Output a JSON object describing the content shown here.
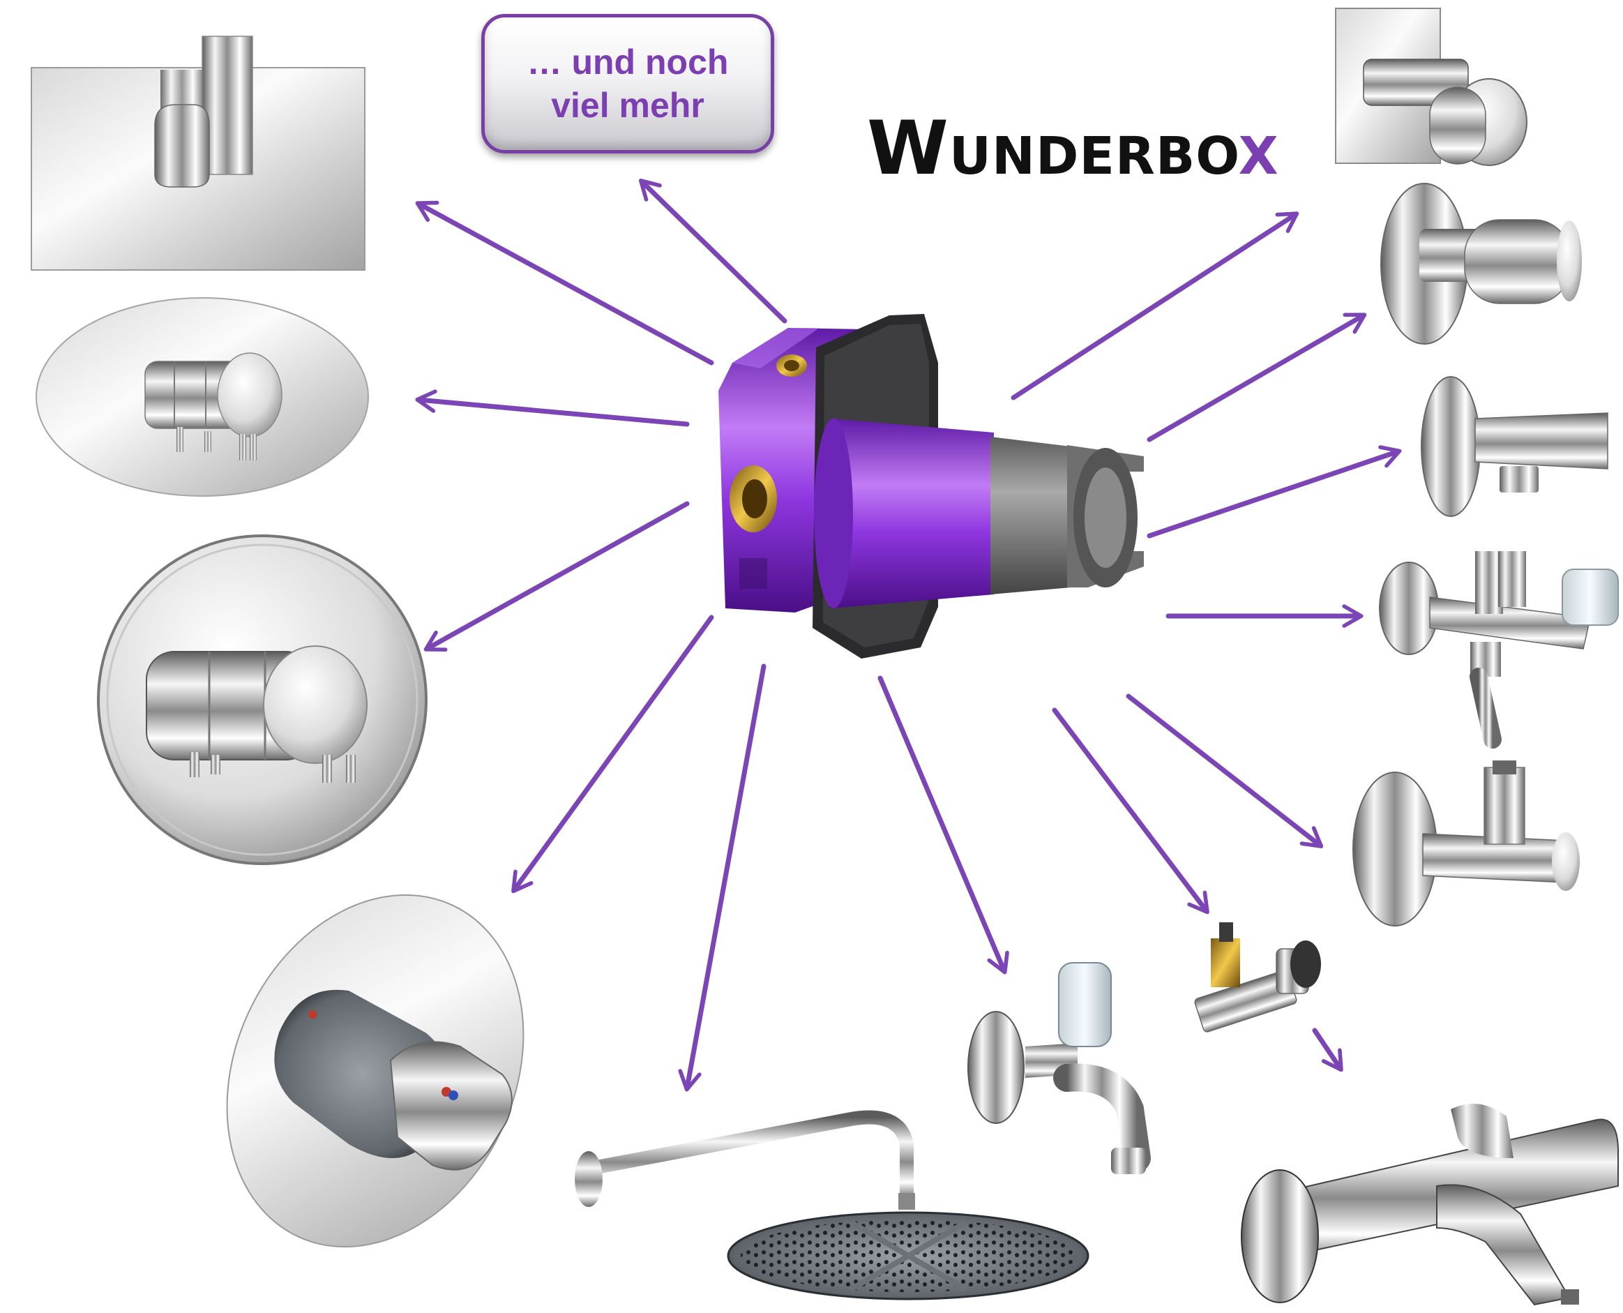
{
  "badge": {
    "line1": "… und noch",
    "line2": "viel mehr"
  },
  "title": {
    "first_letter": "W",
    "rest": "UNDERBO",
    "accent_letter": "X"
  },
  "colors": {
    "arrow": "#7b45b5",
    "accent": "#7c3fb2",
    "housing": "#7d2ad6",
    "chrome_light": "#f4f4f4",
    "chrome_dark": "#6c6c6c"
  },
  "icons": [
    "mounting-box-icon",
    "rectangular-mixer-icon",
    "oval-thermostat-icon",
    "round-thermostat-icon",
    "thermostat-lever-icon",
    "rain-shower-icon",
    "wall-tap-icon",
    "connector-valve-icon",
    "bath-thermostat-icon",
    "square-stop-valve-icon",
    "round-stop-valve-icon",
    "wall-elbow-icon",
    "double-angle-valve-icon",
    "angle-valve-icon"
  ]
}
